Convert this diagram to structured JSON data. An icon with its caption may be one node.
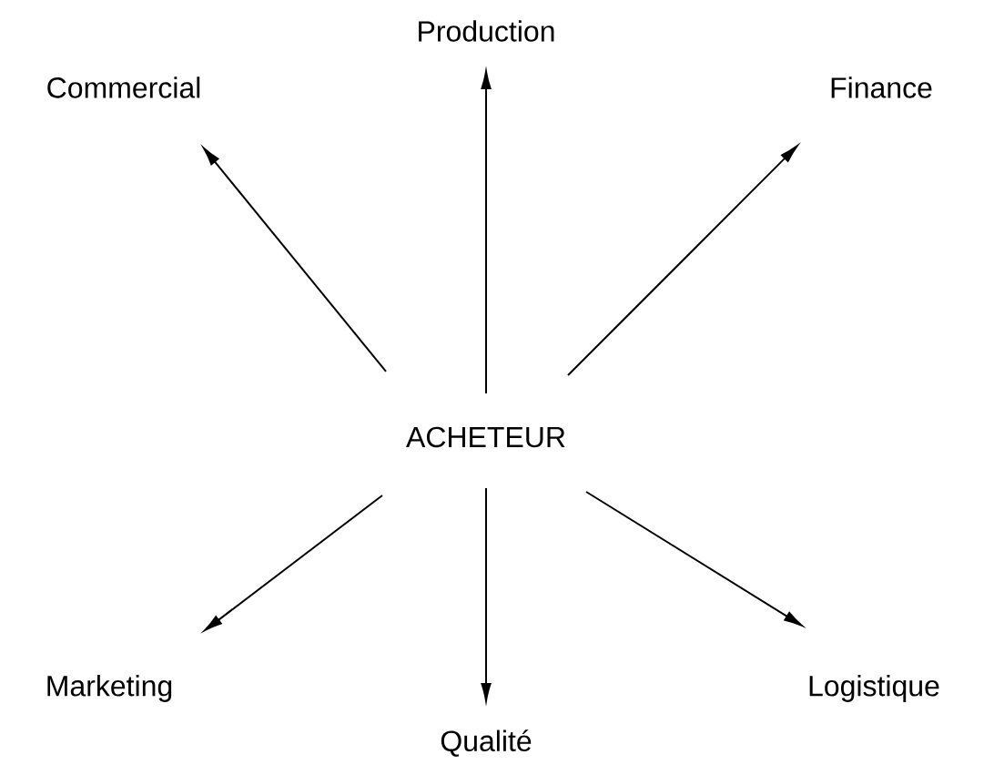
{
  "diagram": {
    "nodes": [
      {
        "text": [
          "Production"
        ]
      },
      {
        "text": [
          "Commercial"
        ]
      },
      {
        "text": [
          "Finance"
        ]
      },
      {
        "text": [
          "ACHETEUR"
        ]
      },
      {
        "text": [
          "Marketing"
        ]
      },
      {
        "text": [
          "Qualité"
        ]
      },
      {
        "text": [
          "Logistique"
        ]
      }
    ],
    "edges": [
      {
        "from": 3,
        "to": 0,
        "arrow": "to"
      },
      {
        "from": 3,
        "to": 1,
        "arrow": "to"
      },
      {
        "from": 3,
        "to": 2,
        "arrow": "to"
      },
      {
        "from": 3,
        "to": 4,
        "arrow": "to"
      },
      {
        "from": 3,
        "to": 5,
        "arrow": "to"
      },
      {
        "from": 3,
        "to": 6,
        "arrow": "to"
      }
    ]
  }
}
